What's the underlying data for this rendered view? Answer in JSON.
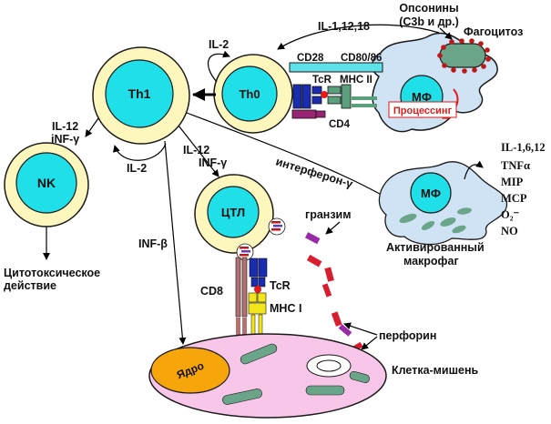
{
  "cells": {
    "th1": "Th1",
    "th0": "Th0",
    "nk": "NK",
    "ctl": "ЦТЛ",
    "mf_phago": "МФ",
    "mf_active": "МФ",
    "nucleus": "Ядро"
  },
  "labels": {
    "opsonins_line1": "Опсонины",
    "opsonins_line2": "(C3b и др.)",
    "phagocytosis": "Фагоцитоз",
    "il_1_12_18": "IL-1,12,18",
    "il2_top": "IL-2",
    "cd28": "CD28",
    "cd80_86": "CD80/86",
    "tcr_top": "TcR",
    "mhc2": "MHC II",
    "processing": "Процессинг",
    "cd4": "CD4",
    "il12_nk": "IL-12",
    "ifn_nk": "iNF-γ",
    "il2_bottom": "IL-2",
    "il12_ctl": "IL-12",
    "ifn_ctl": "INF-γ",
    "interferon": "интерферон-γ",
    "cytotoxic_line1": "Цитотоксическое",
    "cytotoxic_line2": "действие",
    "inf_beta": "INF-β",
    "granzyme": "гранзим",
    "cd8": "CD8",
    "tcr_bottom": "TcR",
    "mhc1": "MHC I",
    "perforin": "перфорин",
    "target_cell": "Клетка-мишень",
    "activated_line1": "Активированный",
    "activated_line2": "макрофаг"
  },
  "cytokines": [
    "IL-1,6,12",
    "TNFα",
    "MIP",
    "MCP",
    "O₂⁻",
    "NO"
  ]
}
